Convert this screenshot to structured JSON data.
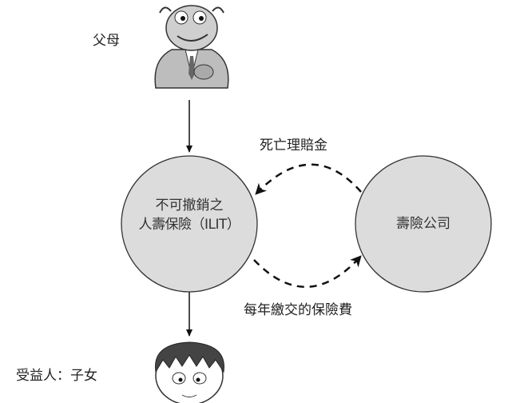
{
  "parent_label": "父母",
  "beneficiary_label": "受益人：子女",
  "trust_node": {
    "line1": "不可撤銷之",
    "line2": "人壽保險（ILIT）"
  },
  "insurer_node": "壽險公司",
  "death_benefit_label": "死亡理賠金",
  "premium_label": "每年繳交的保險費",
  "colors": {
    "circle_fill": "#dcdcdc",
    "stroke": "#333333"
  }
}
